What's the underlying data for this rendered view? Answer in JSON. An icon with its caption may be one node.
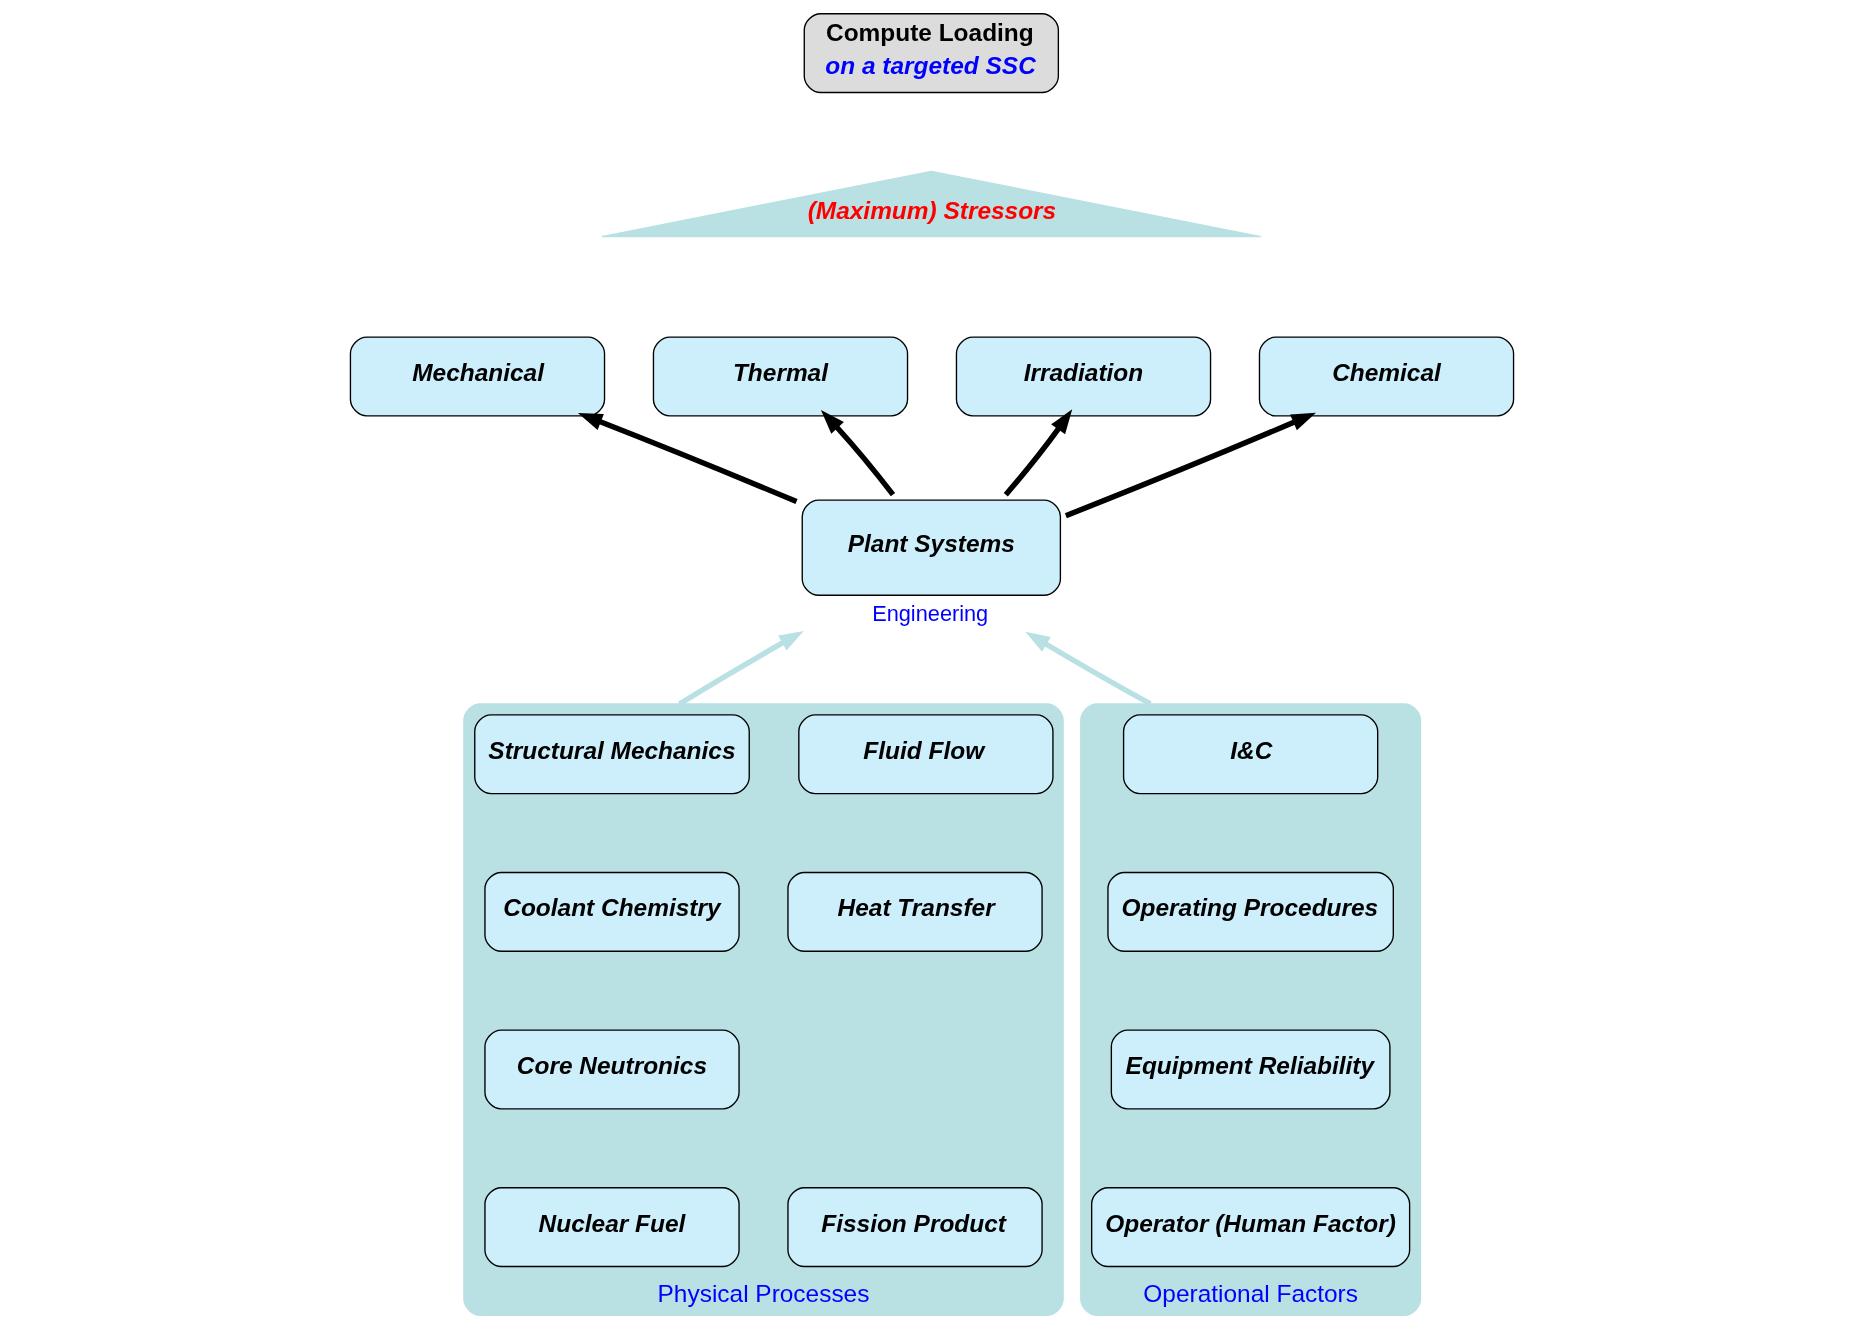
{
  "diagram": {
    "nodes": [
      {
        "text": [
          "Compute Loading",
          "on a targeted SSC"
        ]
      },
      {
        "text": [
          "(Maximum) Stressors"
        ]
      },
      {
        "text": [
          "Mechanical"
        ]
      },
      {
        "text": [
          "Thermal"
        ]
      },
      {
        "text": [
          "Irradiation"
        ]
      },
      {
        "text": [
          "Chemical"
        ]
      },
      {
        "text": [
          "Plant Systems"
        ],
        "beside": [
          "Engineering"
        ]
      },
      {
        "text": [
          "Physical Processes"
        ]
      },
      {
        "text": [
          "Structural Mechanics"
        ],
        "in": 7
      },
      {
        "text": [
          "Fluid Flow"
        ],
        "in": 7
      },
      {
        "text": [
          "Coolant Chemistry"
        ],
        "in": 7
      },
      {
        "text": [
          "Heat Transfer"
        ],
        "in": 7
      },
      {
        "text": [
          "Core Neutronics"
        ],
        "in": 7
      },
      {
        "text": [
          "Nuclear Fuel"
        ],
        "in": 7
      },
      {
        "text": [
          "Fission Product"
        ],
        "in": 7
      },
      {
        "text": [
          "Operational Factors"
        ]
      },
      {
        "text": [
          "I&C"
        ],
        "in": 15
      },
      {
        "text": [
          "Operating Procedures"
        ],
        "in": 15
      },
      {
        "text": [
          "Equipment Reliability"
        ],
        "in": 15
      },
      {
        "text": [
          "Operator (Human Factor)"
        ],
        "in": 15
      }
    ],
    "edges": [
      {
        "from": 6,
        "to": 2,
        "arrow": "to"
      },
      {
        "from": 6,
        "to": 3,
        "arrow": "to"
      },
      {
        "from": 6,
        "to": 4,
        "arrow": "to"
      },
      {
        "from": 6,
        "to": 5,
        "arrow": "to"
      },
      {
        "from": 7,
        "to": 6,
        "arrow": "to",
        "color": "#b9e0e3"
      },
      {
        "from": 15,
        "to": 6,
        "arrow": "to",
        "color": "#b9e0e3"
      }
    ]
  }
}
